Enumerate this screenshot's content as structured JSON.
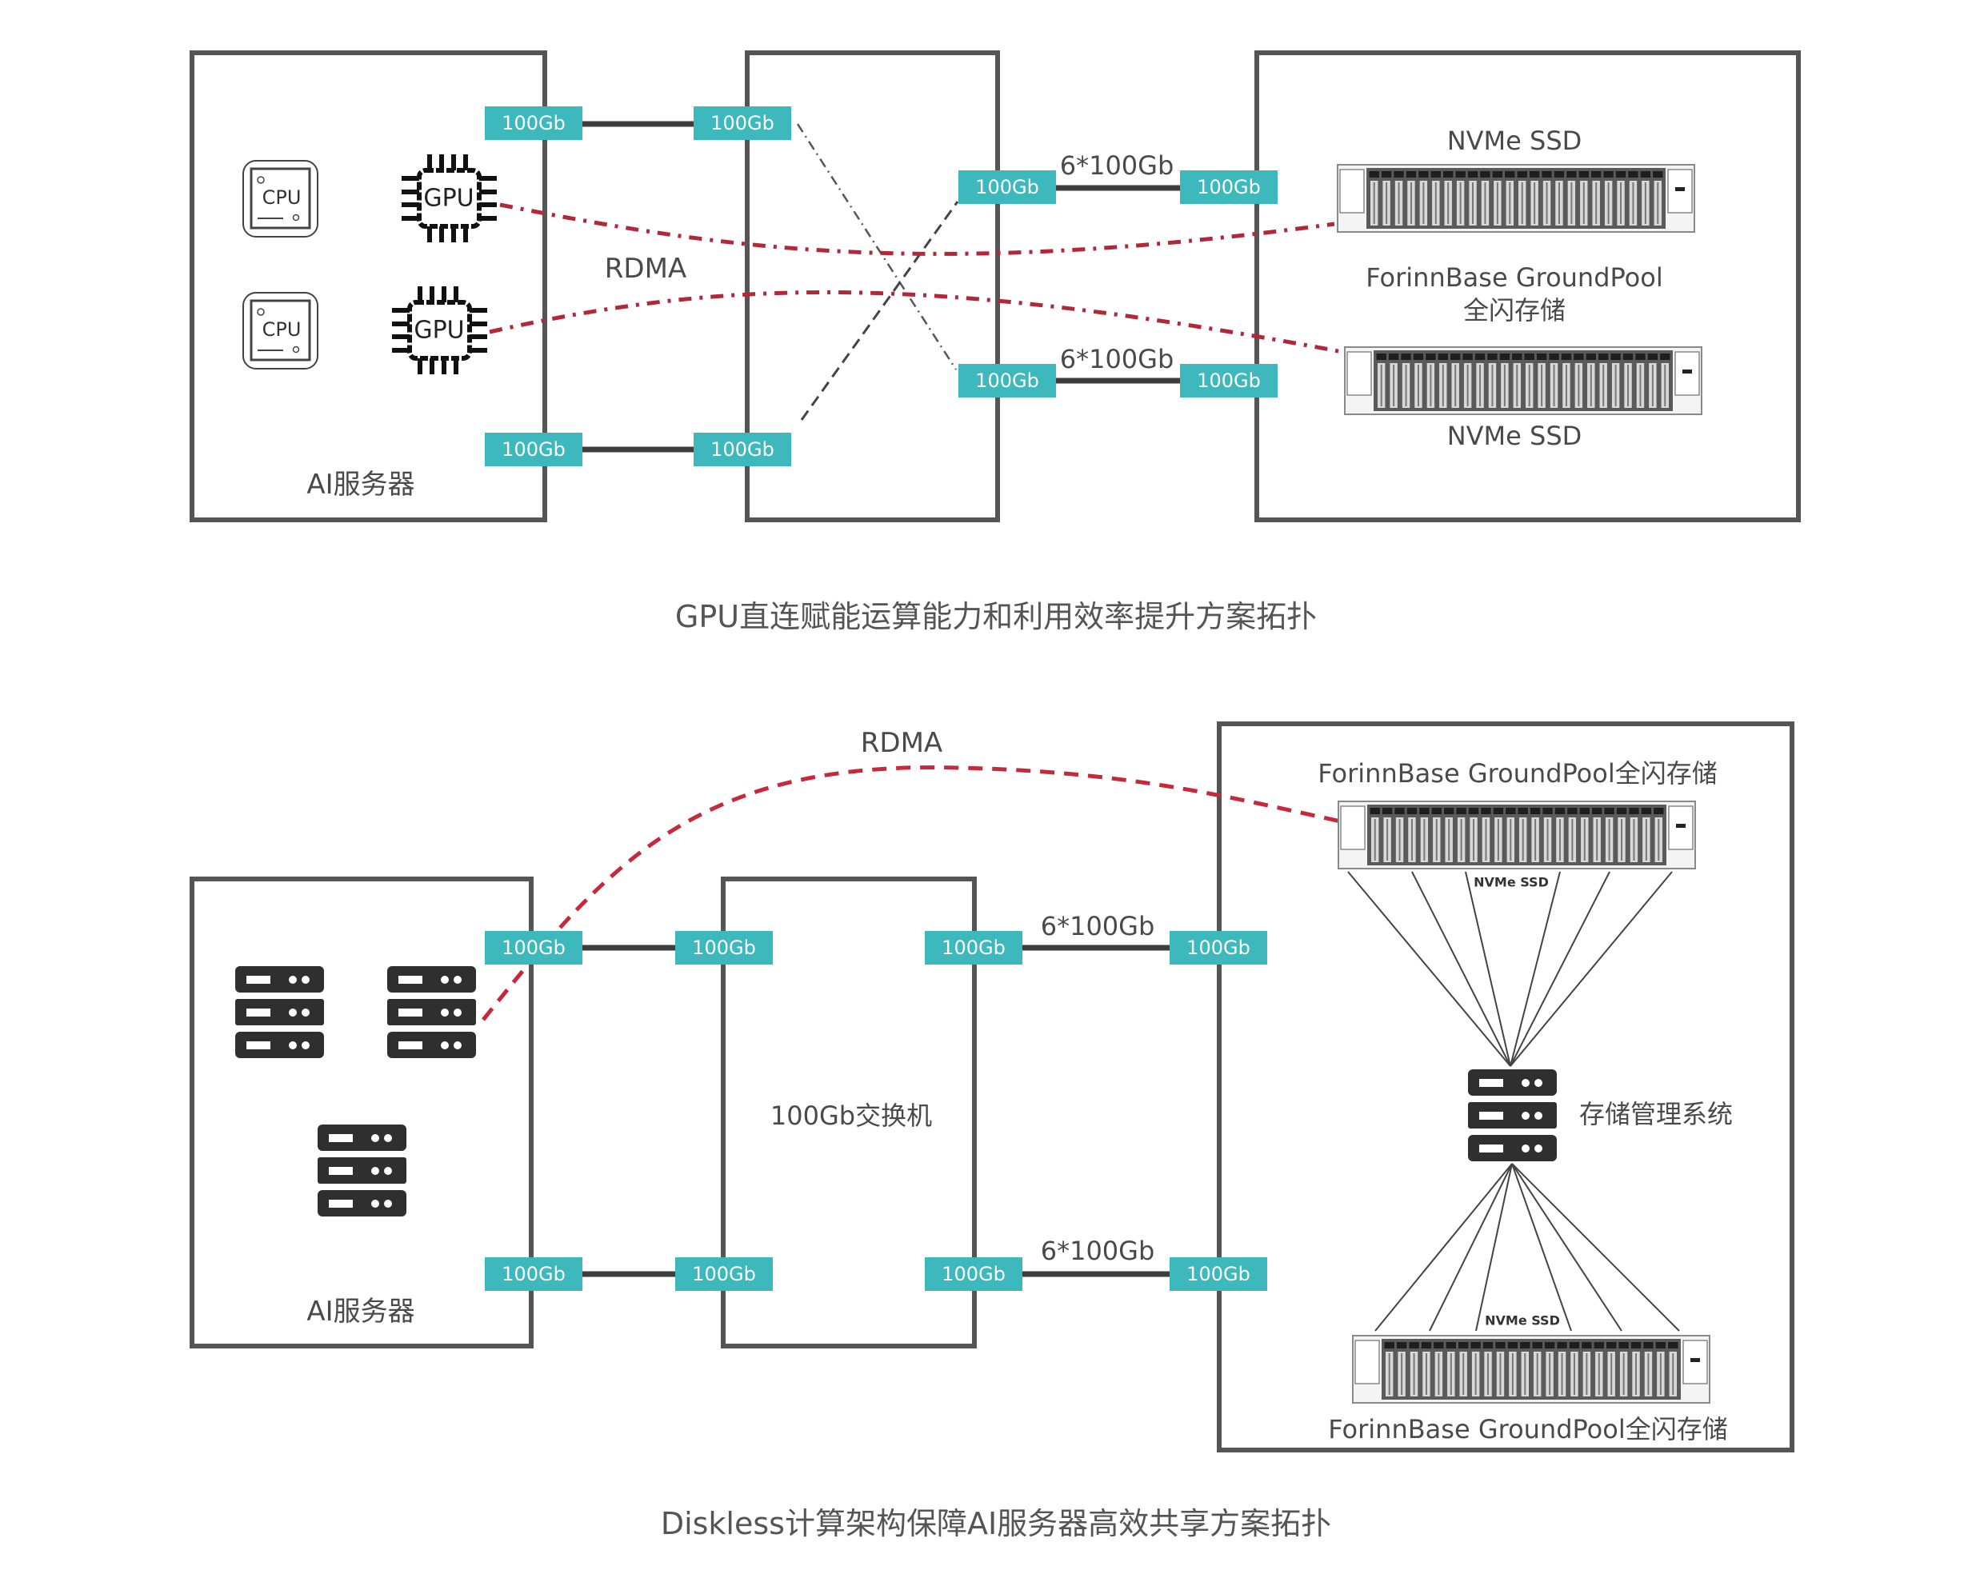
{
  "diagram1": {
    "caption": "GPU直连赋能运算能力和利用效率提升方案拓扑",
    "server_label": "AI服务器",
    "rdma_label": "RDMA",
    "cpu_label": "CPU",
    "gpu_label": "GPU",
    "port_label": "100Gb",
    "trunk_label": "6*100Gb",
    "storage_top_label": "NVMe SSD",
    "storage_bottom_label": "NVMe SSD",
    "storage_name_line1": "ForinnBase GroundPool",
    "storage_name_line2": "全闪存储"
  },
  "diagram2": {
    "caption": "Diskless计算架构保障AI服务器高效共享方案拓扑",
    "server_label": "AI服务器",
    "rdma_label": "RDMA",
    "switch_label": "100Gb交换机",
    "port_label": "100Gb",
    "trunk_label": "6*100Gb",
    "storage_top_name": "ForinnBase GroundPool全闪存储",
    "storage_bottom_name": "ForinnBase GroundPool全闪存储",
    "nvme_label": "NVMe SSD",
    "mgmt_label": "存储管理系统"
  },
  "colors": {
    "port_badge": "#3db8bd",
    "rdma_line": "#c42a3c",
    "box_border": "#555555",
    "icon_dark": "#2f2f2f"
  }
}
